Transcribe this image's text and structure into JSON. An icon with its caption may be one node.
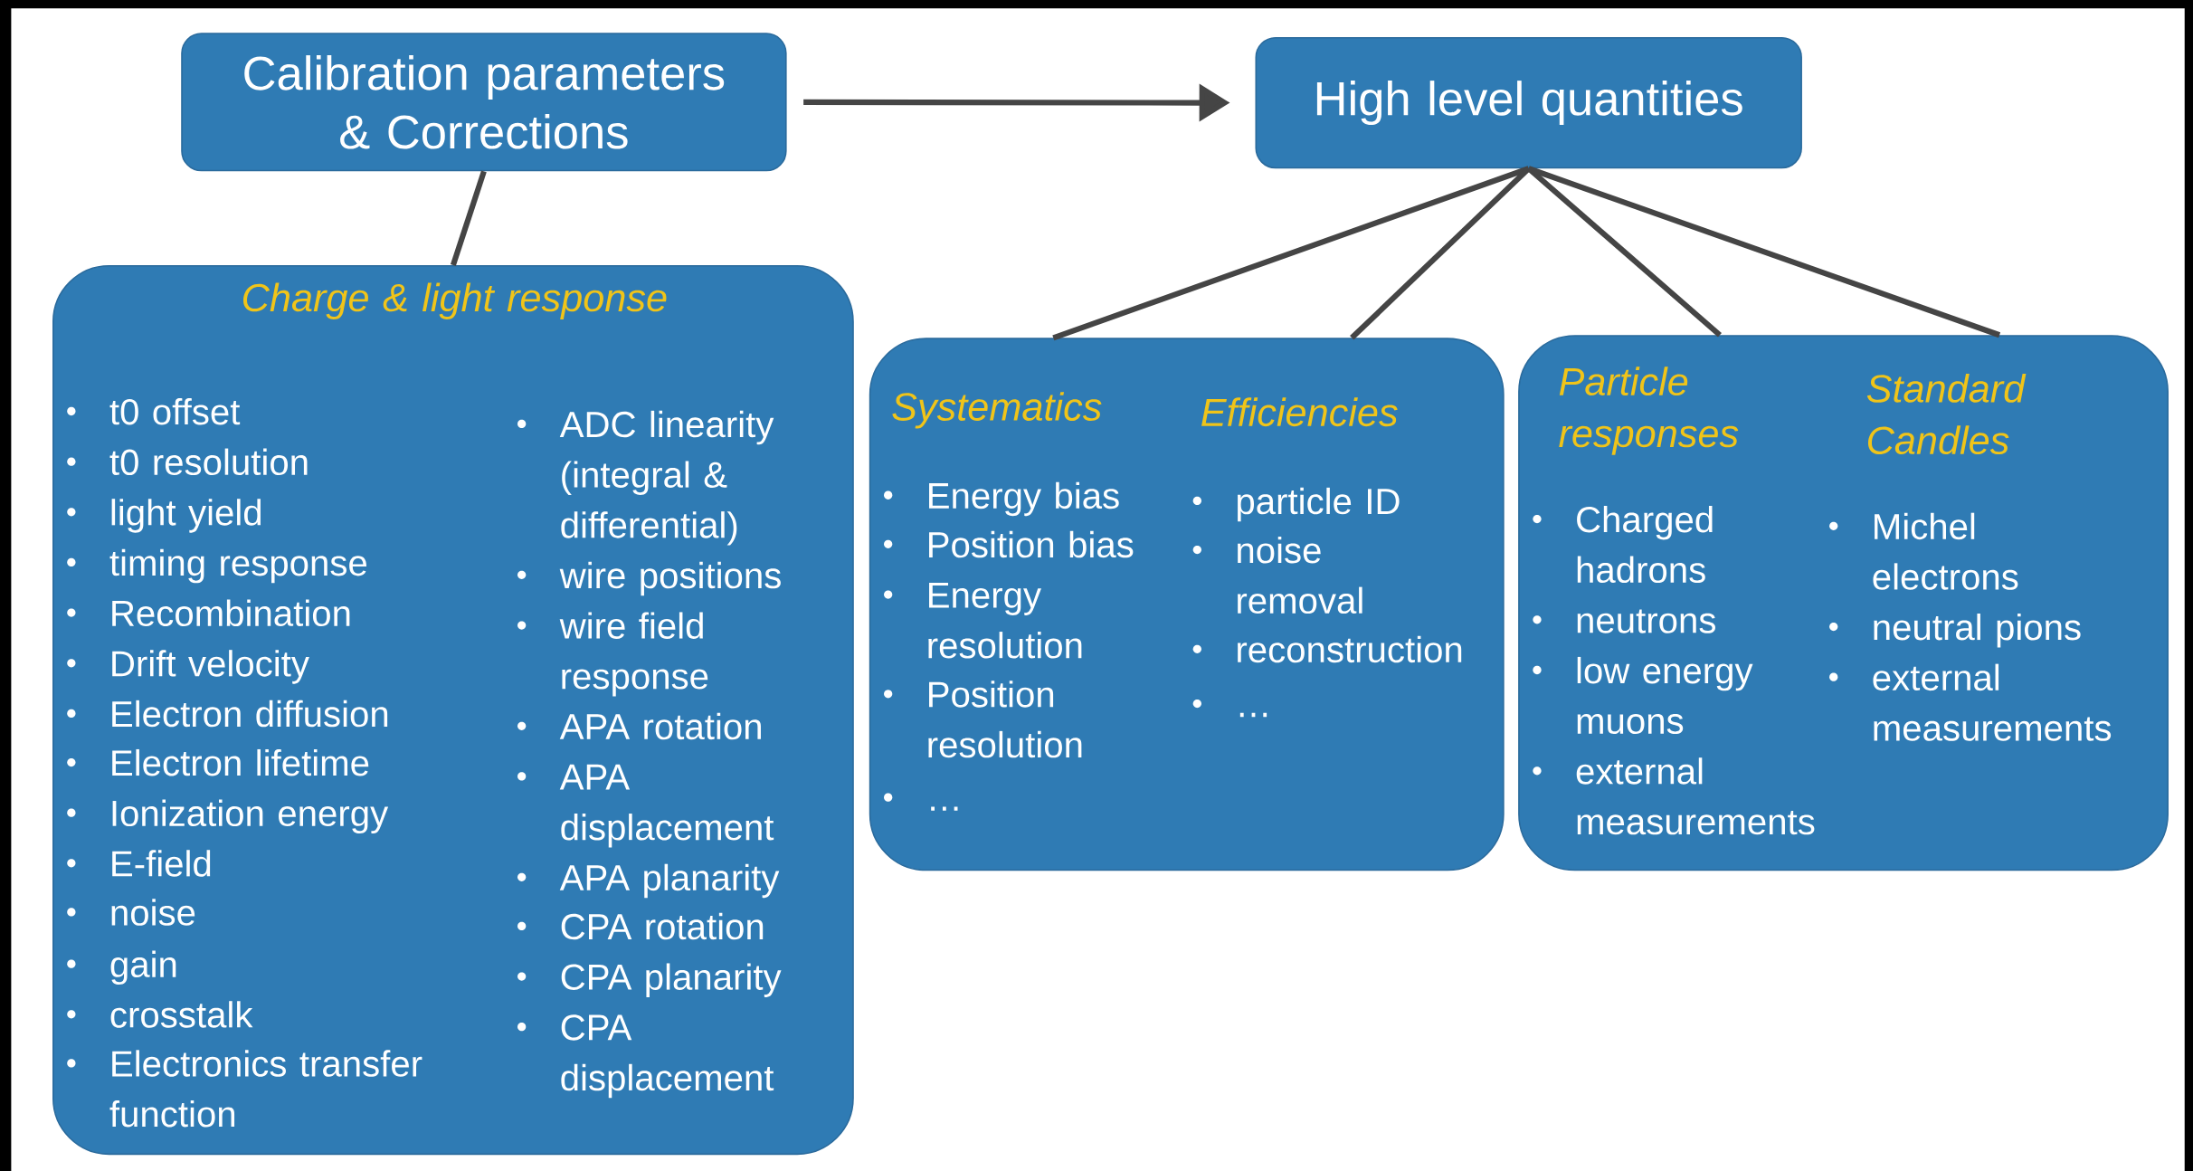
{
  "diagram": {
    "nodes": [
      {
        "text": [
          "Calibration parameters & Corrections"
        ]
      },
      {
        "text": [
          "High level quantities"
        ]
      },
      {
        "text": [
          "Charge & light response",
          "t0 offset",
          "t0 resolution",
          "light yield",
          "timing response",
          "Recombination",
          "Drift velocity",
          "Electron diffusion",
          "Electron lifetime",
          "Ionization energy",
          "E-field",
          "noise",
          "gain",
          "crosstalk",
          "Electronics transfer function",
          "ADC linearity (integral & differential)",
          "wire positions",
          "wire field response",
          "APA rotation",
          "APA displacement",
          "APA planarity",
          "CPA rotation",
          "CPA planarity",
          "CPA displacement"
        ]
      },
      {
        "text": [
          "Systematics",
          "Efficiencies",
          "Energy bias",
          "Position bias",
          "Energy resolution",
          "Position resolution",
          "…",
          "particle ID",
          "noise removal",
          "reconstruction",
          "…"
        ]
      },
      {
        "text": [
          "Particle responses",
          "Standard Candles",
          "Charged hadrons",
          "neutrons",
          "low energy muons",
          "external measurements",
          "Michel electrons",
          "neutral pions",
          "external measurements"
        ]
      }
    ],
    "edges": [
      {
        "from": 0,
        "to": 1,
        "arrow": "to"
      },
      {
        "from": 0,
        "to": 2,
        "arrow": "none"
      },
      {
        "from": 1,
        "to": 3,
        "arrow": "none"
      },
      {
        "from": 1,
        "to": 3,
        "arrow": "none"
      },
      {
        "from": 1,
        "to": 4,
        "arrow": "none"
      },
      {
        "from": 1,
        "to": 4,
        "arrow": "none"
      }
    ]
  }
}
